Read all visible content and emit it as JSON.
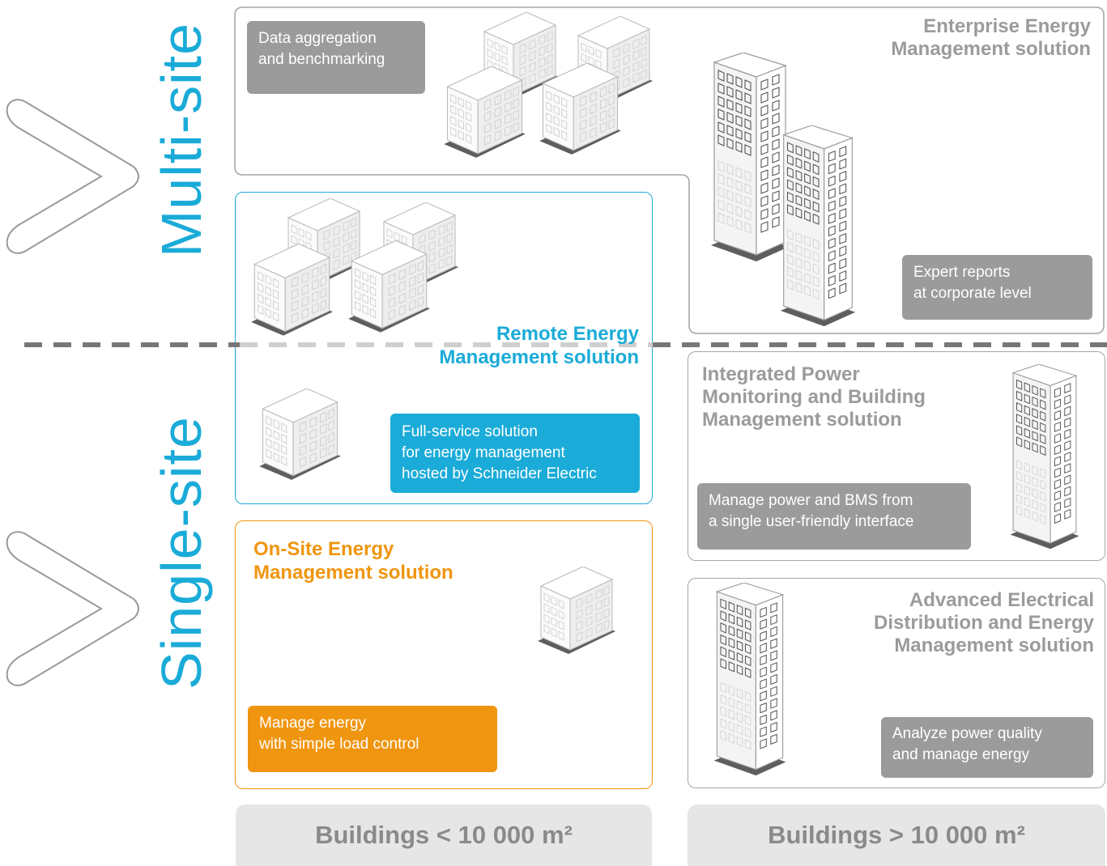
{
  "axis": {
    "multi_site": "Multi-site",
    "single_site": "Single-site"
  },
  "solutions": {
    "enterprise": {
      "title": "Enterprise Energy\nManagement solution",
      "tag_top": "Data aggregation\nand benchmarking",
      "tag_bottom": "Expert reports\nat corporate level"
    },
    "remote": {
      "title": "Remote Energy\nManagement solution",
      "tag": "Full-service solution\nfor energy management\nhosted by Schneider Electric"
    },
    "onsite": {
      "title": "On-Site Energy\nManagement solution",
      "tag": "Manage energy\nwith simple load control"
    },
    "integrated": {
      "title": "Integrated Power\nMonitoring and Building\nManagement solution",
      "tag": "Manage power and BMS from\na single user-friendly interface"
    },
    "advanced": {
      "title": "Advanced Electrical\nDistribution and Energy\nManagement solution",
      "tag": "Analyze power quality\nand manage energy"
    }
  },
  "footer": {
    "small": "Buildings < 10 000 m²",
    "large": "Buildings > 10 000 m²"
  },
  "colors": {
    "blue": "#1aabd8",
    "orange": "#f0950f",
    "gray": "#9b9b9b",
    "gray_border": "#a7a7a7",
    "dash_dark": "#777777",
    "dash_light": "#cfcfcf"
  },
  "icons": [
    "chevron-right-icon",
    "office-building-icon",
    "skyscraper-icon"
  ]
}
